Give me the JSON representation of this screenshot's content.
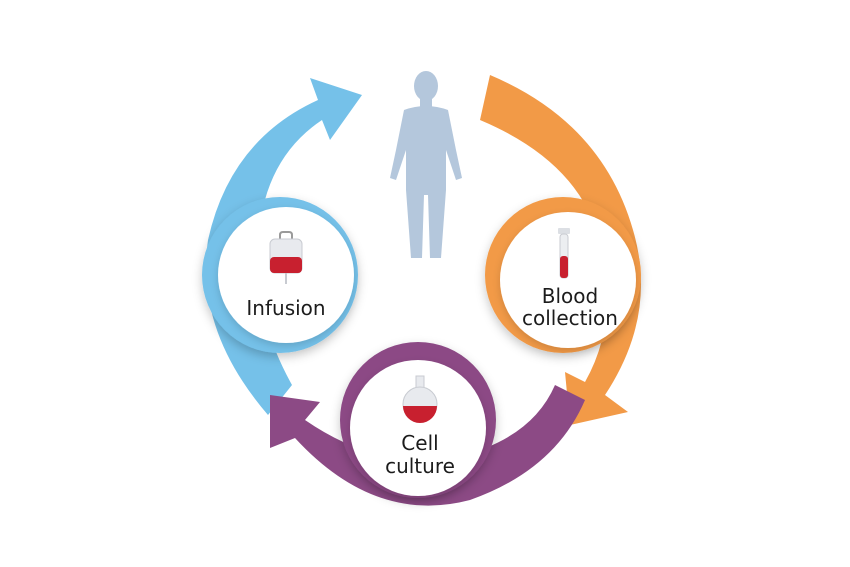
{
  "colors": {
    "infusion": "#75c1e9",
    "blood": "#f29a47",
    "culture": "#8c4a85",
    "person": "#b4c7dc",
    "blood_red": "#c8202f"
  },
  "nodes": {
    "infusion": {
      "line1": "Infusion",
      "icon": "iv-bag-icon"
    },
    "blood": {
      "line1": "Blood",
      "line2": "collection",
      "icon": "test-tube-icon"
    },
    "culture": {
      "line1": "Cell",
      "line2": "culture",
      "icon": "flask-icon"
    }
  },
  "center": {
    "icon": "human-silhouette-icon"
  }
}
